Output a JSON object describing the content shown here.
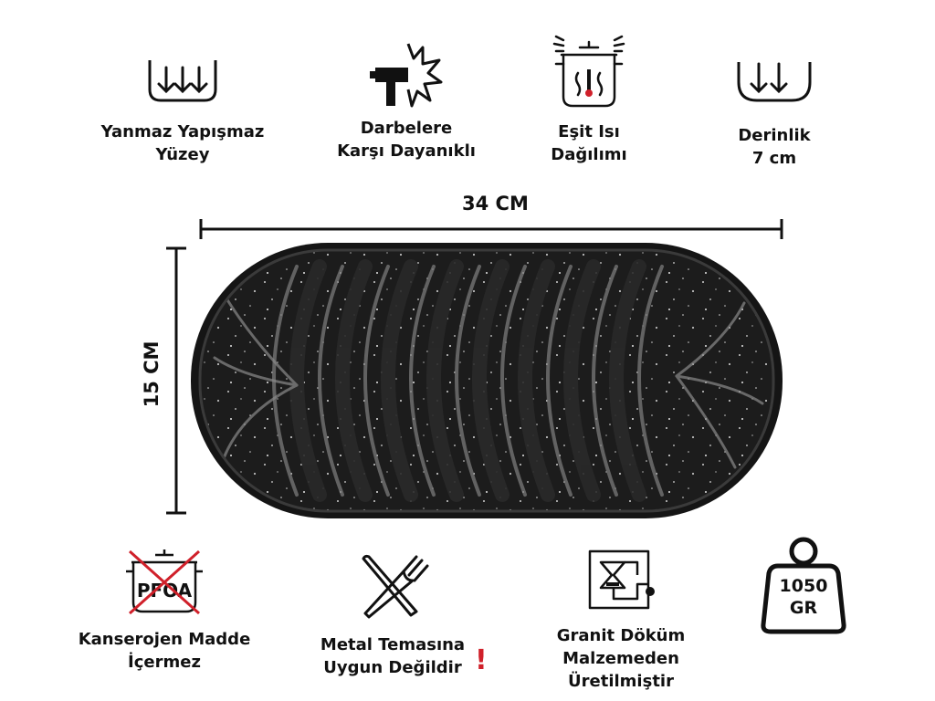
{
  "features_top": [
    {
      "lines": [
        "Yanmaz Yapışmaz",
        "Yüzey"
      ],
      "icon": "non-stick-surface-icon"
    },
    {
      "lines": [
        "Darbelere",
        "Karşı Dayanıklı"
      ],
      "icon": "impact-resistant-hammer-icon"
    },
    {
      "lines": [
        "Eşit Isı",
        "Dağılımı"
      ],
      "icon": "even-heat-pot-icon"
    },
    {
      "lines": [
        "Derinlik",
        "7 cm"
      ],
      "icon": "depth-icon"
    }
  ],
  "features_bottom": [
    {
      "lines": [
        "Kanserojen Madde",
        "İçermez"
      ],
      "icon": "pfoa-free-icon"
    },
    {
      "lines": [
        "Metal Temasına",
        "Uygun Değildir"
      ],
      "icon": "no-metal-utensils-icon",
      "mark": "!"
    },
    {
      "lines": [
        "Granit Döküm",
        "Malzemeden",
        "Üretilmiştir"
      ],
      "icon": "granite-casting-icon"
    }
  ],
  "dimensions": {
    "width": "34 CM",
    "height": "15 CM"
  },
  "weight": {
    "value": "1050",
    "unit": "GR"
  },
  "pfoa_text": "PFOA",
  "colors": {
    "text": "#111111",
    "accent": "#d0202a",
    "pan": "#1c1c1c"
  }
}
